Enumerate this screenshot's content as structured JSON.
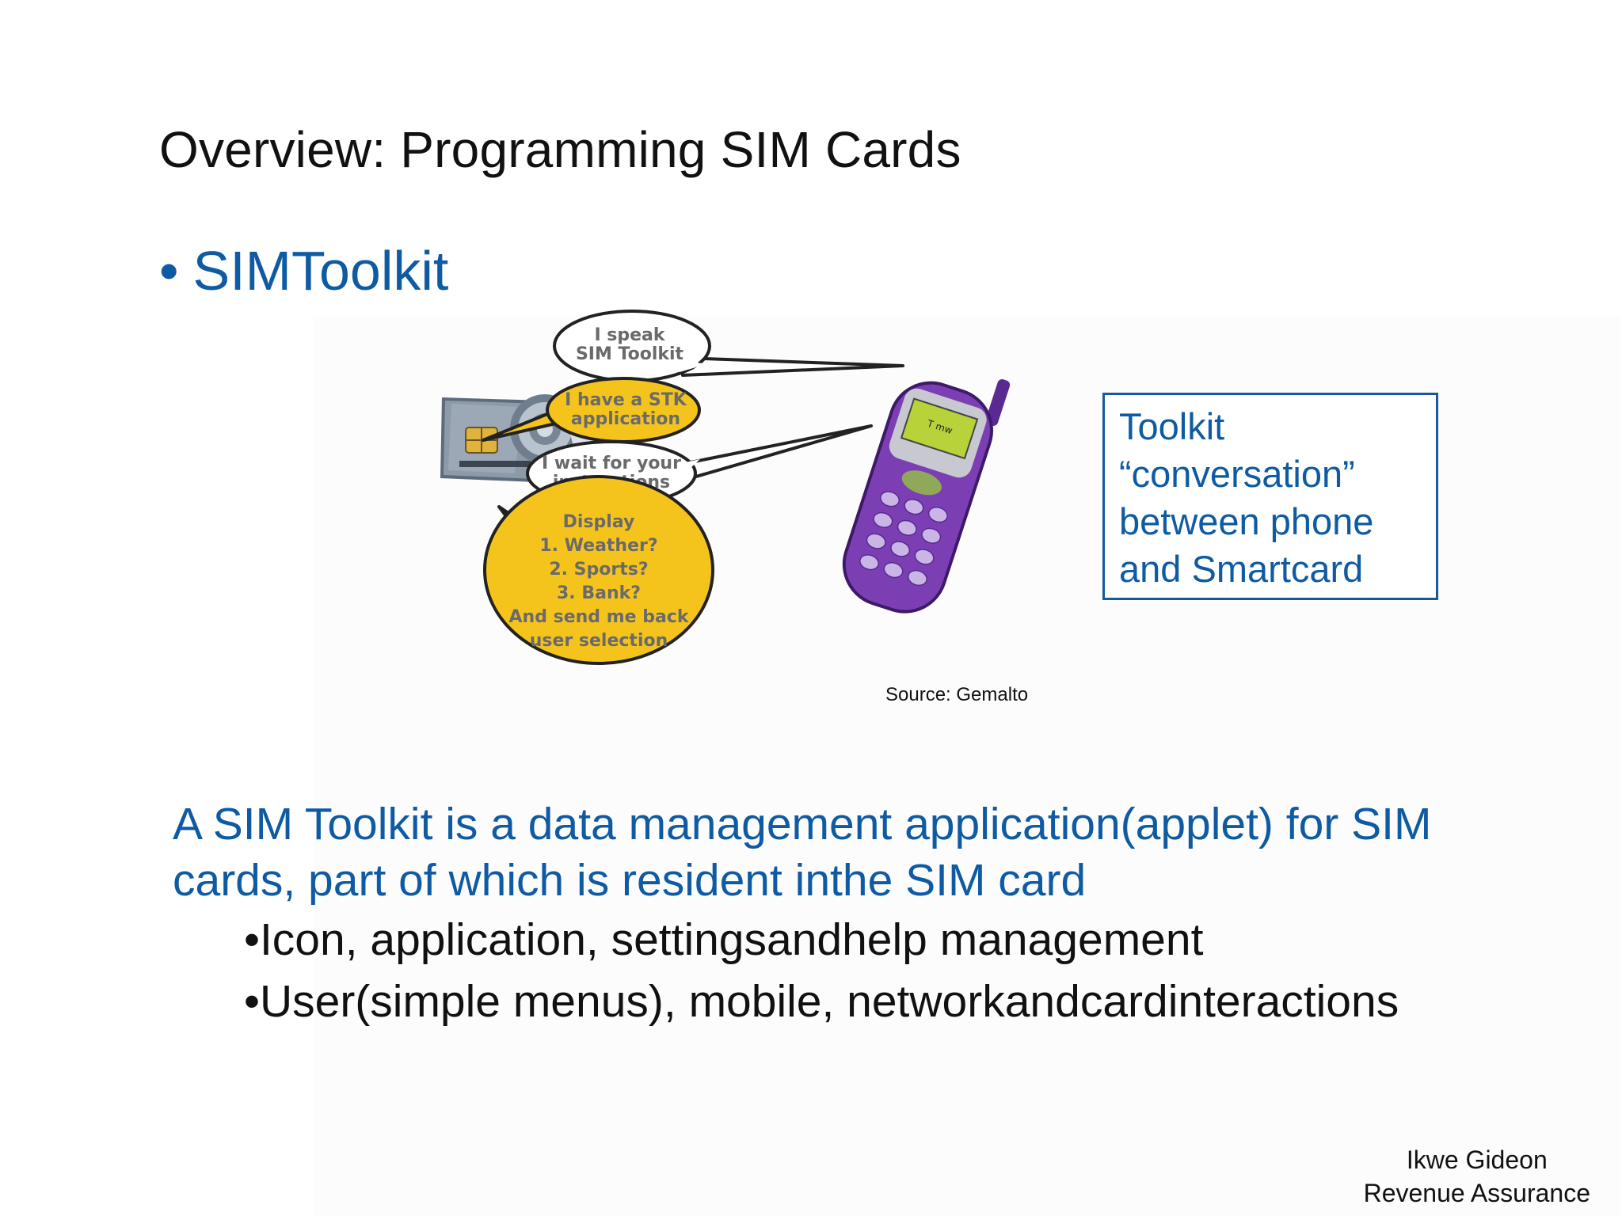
{
  "slide": {
    "title": "Overview: Programming SIM Cards",
    "bullet_symbol": "•",
    "bullet": "SIMToolkit",
    "illustration": {
      "bubbles": [
        {
          "lines": [
            "I speak",
            "SIM Toolkit"
          ],
          "color": "#ffffff"
        },
        {
          "lines": [
            "I have a STK",
            "application"
          ],
          "color": "#f5c41c"
        },
        {
          "lines": [
            "I wait for your",
            "instructions"
          ],
          "color": "#ffffff"
        },
        {
          "lines": [
            "Display",
            "1. Weather?",
            "2. Sports?",
            "3. Bank?",
            "And send me back",
            "user selection"
          ],
          "color": "#f5c41c"
        }
      ],
      "card_icon": "sim-card-icon",
      "phone_icon": "mobile-phone-icon",
      "phone_screen_text": "T mw"
    },
    "source": "Source: Gemalto",
    "callout_lines": [
      "Toolkit",
      "“conversation”",
      "between phone",
      "and Smartcard"
    ],
    "description_lines": [
      "A SIM Toolkit is a data management application(applet) for SIM",
      "cards, part of which is resident inthe SIM card"
    ],
    "sub_bullets": [
      "•Icon, application, settingsandhelp management",
      "•User(simple menus), mobile, networkandcardinteractions"
    ],
    "author_name": "Ikwe Gideon",
    "author_role": "Revenue Assurance",
    "colors": {
      "accent_blue": "#0e5ba3",
      "bubble_yellow": "#f5c41c",
      "phone_purple": "#7b3fb3"
    }
  }
}
